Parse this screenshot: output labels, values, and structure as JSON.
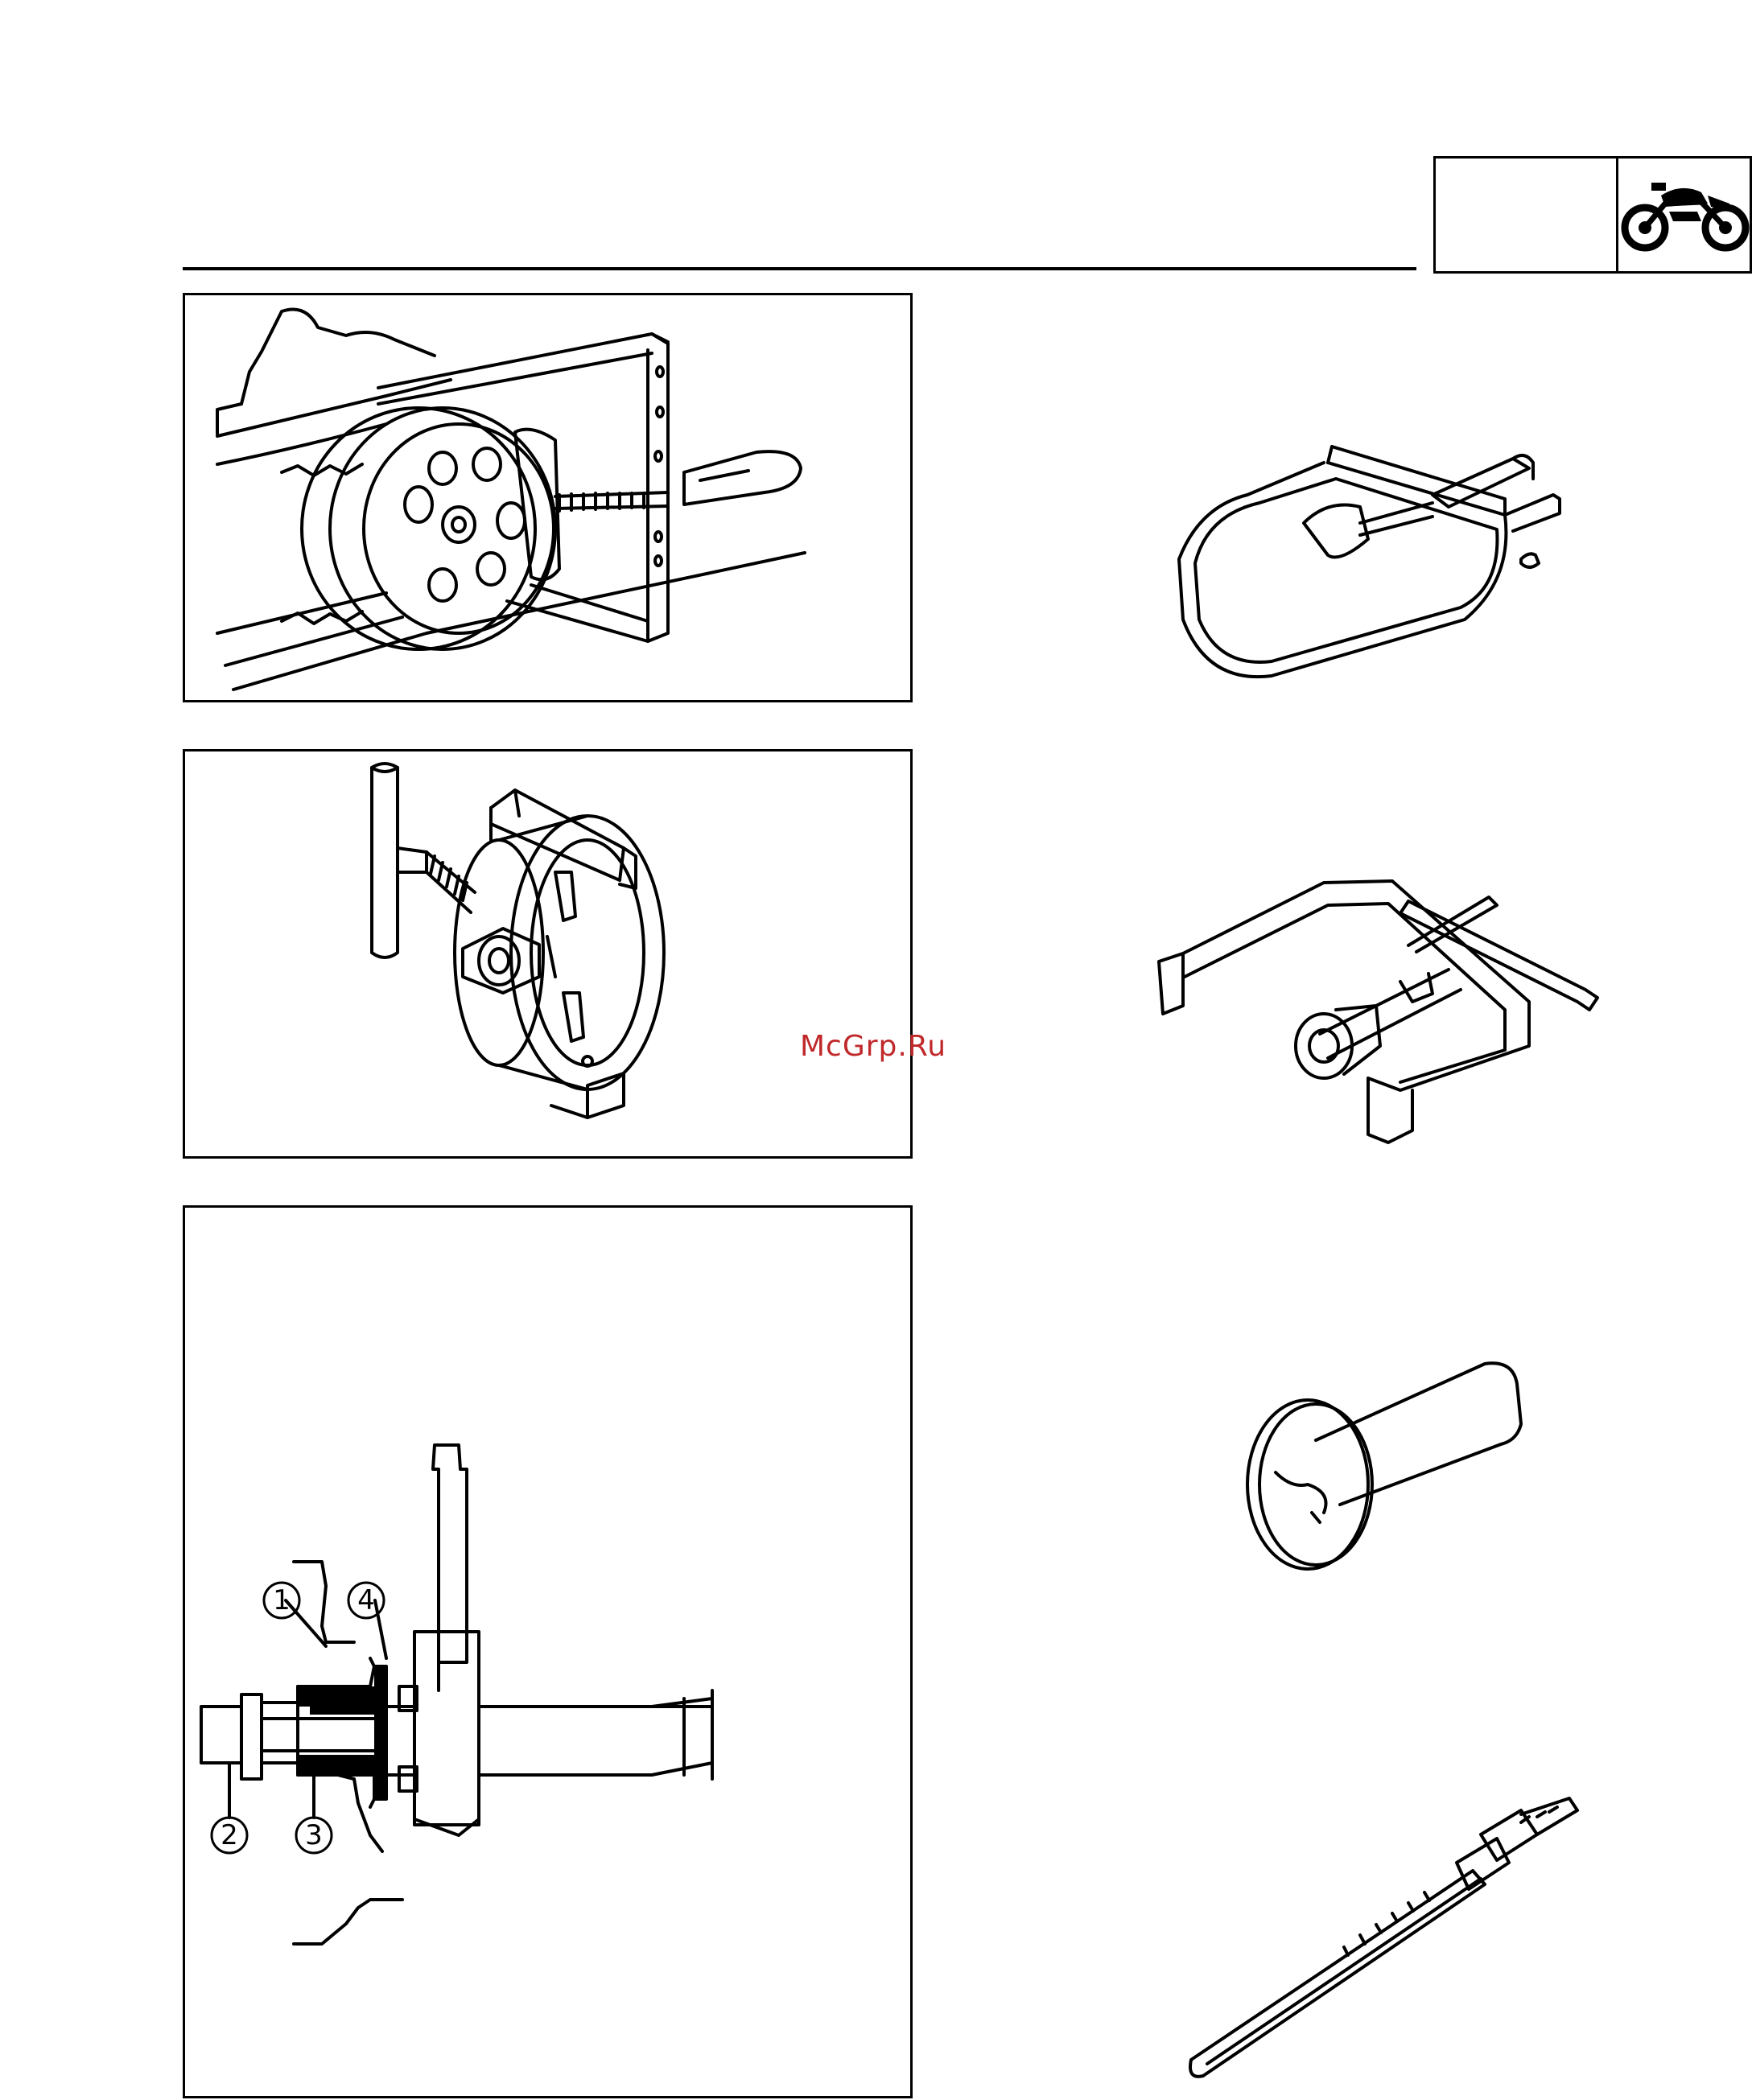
{
  "header": {
    "section_icon": "motorcycle-icon"
  },
  "figure3": {
    "callouts": [
      "①",
      "②",
      "③",
      "④"
    ]
  },
  "watermark": "McGrp.Ru",
  "icons": {
    "header_icon": "motorcycle-icon",
    "tool1": "sheave-holder-tool",
    "tool2": "clutch-spring-holder-tool",
    "tool3": "crankshaft-installer-pot",
    "tool4": "crankshaft-installer-bolt"
  }
}
